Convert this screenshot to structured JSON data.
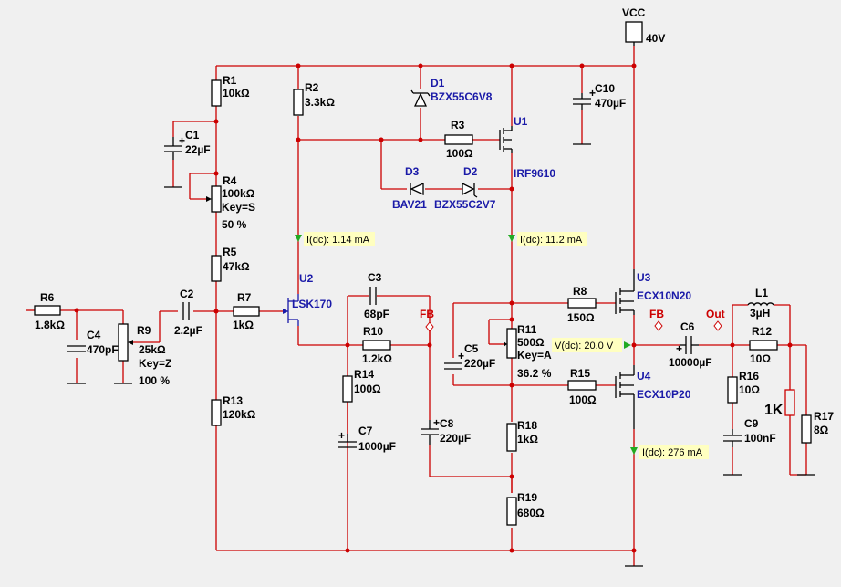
{
  "supply": {
    "name": "VCC",
    "value": "40V"
  },
  "components": {
    "R1": {
      "ref": "R1",
      "value": "10kΩ"
    },
    "R2": {
      "ref": "R2",
      "value": "3.3kΩ"
    },
    "R3": {
      "ref": "R3",
      "value": "100Ω"
    },
    "R4": {
      "ref": "R4",
      "value": "100kΩ",
      "key": "Key=S",
      "setting": "50 %"
    },
    "R5": {
      "ref": "R5",
      "value": "47kΩ"
    },
    "R6": {
      "ref": "R6",
      "value": "1.8kΩ"
    },
    "R7": {
      "ref": "R7",
      "value": "1kΩ"
    },
    "R8": {
      "ref": "R8",
      "value": "150Ω"
    },
    "R9": {
      "ref": "R9",
      "value": "25kΩ",
      "key": "Key=Z",
      "setting": "100 %"
    },
    "R10": {
      "ref": "R10",
      "value": "1.2kΩ"
    },
    "R11": {
      "ref": "R11",
      "value": "500Ω",
      "key": "Key=A",
      "setting": "36.2 %"
    },
    "R12": {
      "ref": "R12",
      "value": "10Ω"
    },
    "R13": {
      "ref": "R13",
      "value": "120kΩ"
    },
    "R14": {
      "ref": "R14",
      "value": "100Ω"
    },
    "R15": {
      "ref": "R15",
      "value": "100Ω"
    },
    "R16": {
      "ref": "R16",
      "value": "10Ω"
    },
    "R17": {
      "ref": "R17",
      "value": "8Ω"
    },
    "R18": {
      "ref": "R18",
      "value": "1kΩ"
    },
    "R19": {
      "ref": "R19",
      "value": "680Ω"
    },
    "C1": {
      "ref": "C1",
      "value": "22µF"
    },
    "C2": {
      "ref": "C2",
      "value": "2.2µF"
    },
    "C3": {
      "ref": "C3",
      "value": "68pF"
    },
    "C4": {
      "ref": "C4",
      "value": "470pF"
    },
    "C5": {
      "ref": "C5",
      "value": "220µF"
    },
    "C6": {
      "ref": "C6",
      "value": "10000µF"
    },
    "C7": {
      "ref": "C7",
      "value": "1000µF"
    },
    "C8": {
      "ref": "C8",
      "value": "220µF"
    },
    "C9": {
      "ref": "C9",
      "value": "100nF"
    },
    "C10": {
      "ref": "C10",
      "value": "470µF"
    },
    "L1": {
      "ref": "L1",
      "value": "3µH"
    },
    "D1": {
      "ref": "D1",
      "value": "BZX55C6V8"
    },
    "D2": {
      "ref": "D2",
      "value": "BZX55C2V7"
    },
    "D3": {
      "ref": "D3",
      "value": "BAV21"
    },
    "U1": {
      "ref": "U1",
      "value": "IRF9610"
    },
    "U2": {
      "ref": "U2",
      "value": "LSK170"
    },
    "U3": {
      "ref": "U3",
      "value": "ECX10N20"
    },
    "U4": {
      "ref": "U4",
      "value": "ECX10P20"
    }
  },
  "nets": {
    "fb": "FB",
    "out": "Out",
    "load": "1K"
  },
  "probes": [
    {
      "id": "p1",
      "text": "I(dc): 1.14 mA"
    },
    {
      "id": "p2",
      "text": "I(dc): 11.2 mA"
    },
    {
      "id": "p3",
      "text": "V(dc): 20.0 V"
    },
    {
      "id": "p4",
      "text": "I(dc): 276 mA"
    }
  ],
  "colors": {
    "wire": "#cc0000",
    "device_label": "#1a1aa8",
    "probe_bg": "#ffffc0",
    "probe_marker": "#22aa22",
    "background": "#f0f0f0"
  }
}
